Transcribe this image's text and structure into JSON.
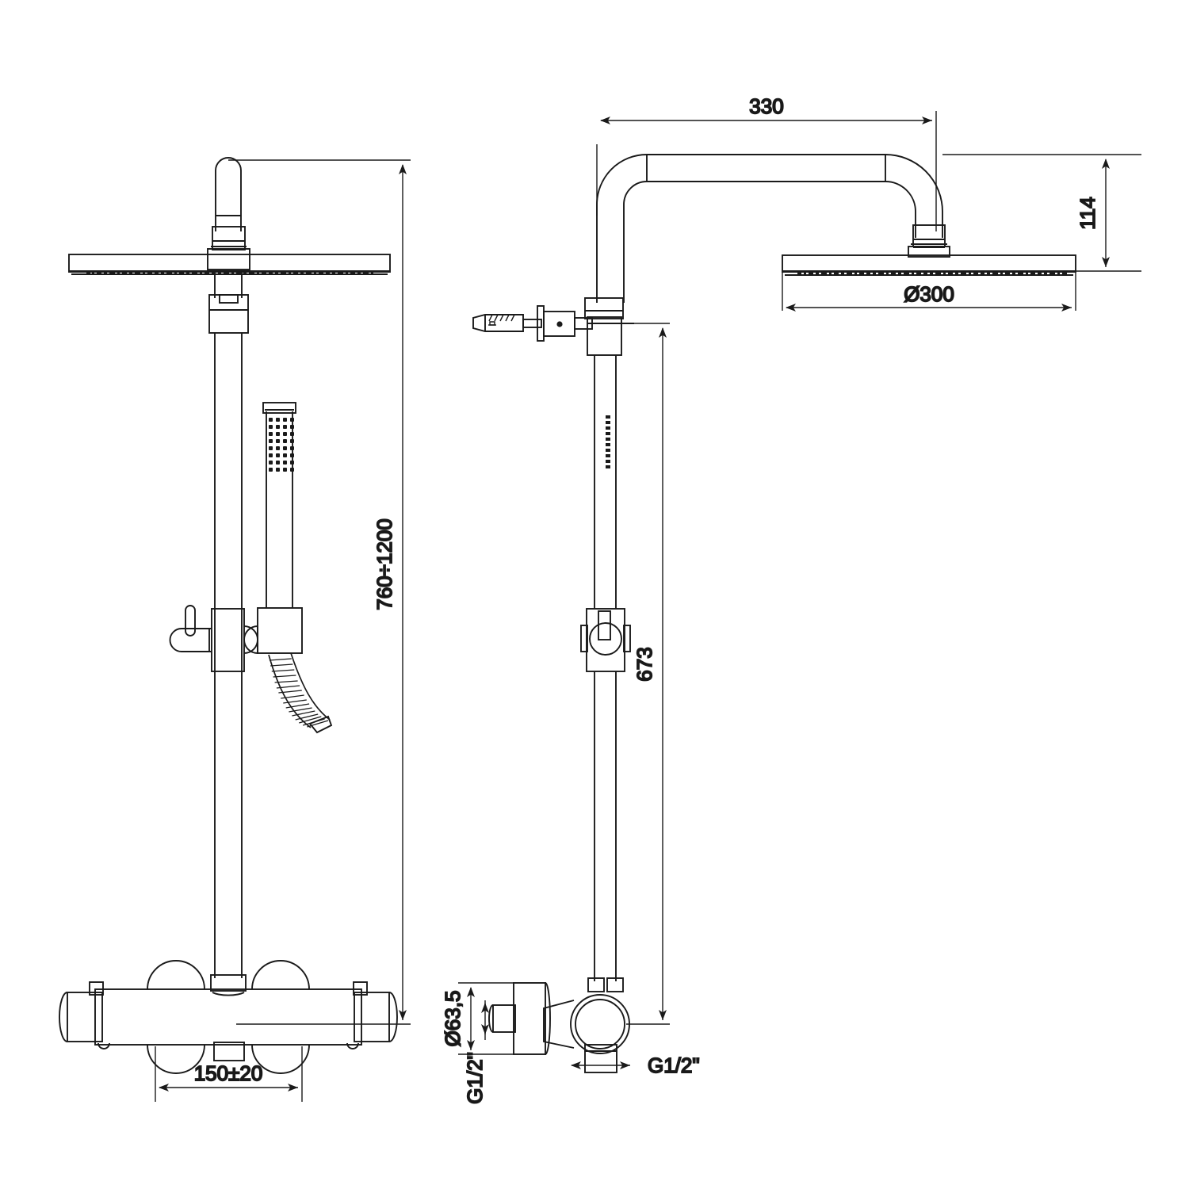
{
  "drawing": {
    "type": "technical-drawing",
    "subject": "Thermostatic shower column with rain head, hand shower and slide rail",
    "views": [
      {
        "name": "front-elevation",
        "position": "left"
      },
      {
        "name": "side-elevation",
        "position": "right"
      }
    ],
    "background_color": "#ffffff",
    "line_color": "#1a1a1a"
  },
  "dimensions": {
    "overall_height": "760÷1200",
    "mixer_centres": "150±20",
    "arm_projection": "330",
    "head_drop": "114",
    "head_diameter": "Ø300",
    "riser_to_mixer": "673",
    "escutcheon_diameter": "Ø63,5",
    "inlet_thread_vertical": "G1/2\"",
    "inlet_thread_horizontal": "G1/2\""
  },
  "labels": {
    "dim_330": "330",
    "dim_114": "114",
    "dim_d300": "Ø300",
    "dim_760_1200": "760÷1200",
    "dim_673": "673",
    "dim_150_20": "150±20",
    "dim_d635": "Ø63,5",
    "dim_g12_vertical": "G1/2\"",
    "dim_g12_horizontal": "G1/2\""
  },
  "parts": {
    "rain_head": "overhead-rain-shower-head",
    "shower_arm": "curved-shower-arm",
    "riser_pipe": "riser-pipe",
    "hand_shower": "hand-shower",
    "hose": "flexible-hose",
    "slide_bracket": "slide-rail-bracket",
    "wall_bracket": "wall-bracket-with-anchor",
    "mixer_body": "thermostatic-mixer-body",
    "temperature_handle": "temperature-handle",
    "flow_handle": "flow-control-handle",
    "diverter": "diverter-button",
    "escutcheon": "wall-escutcheon"
  }
}
